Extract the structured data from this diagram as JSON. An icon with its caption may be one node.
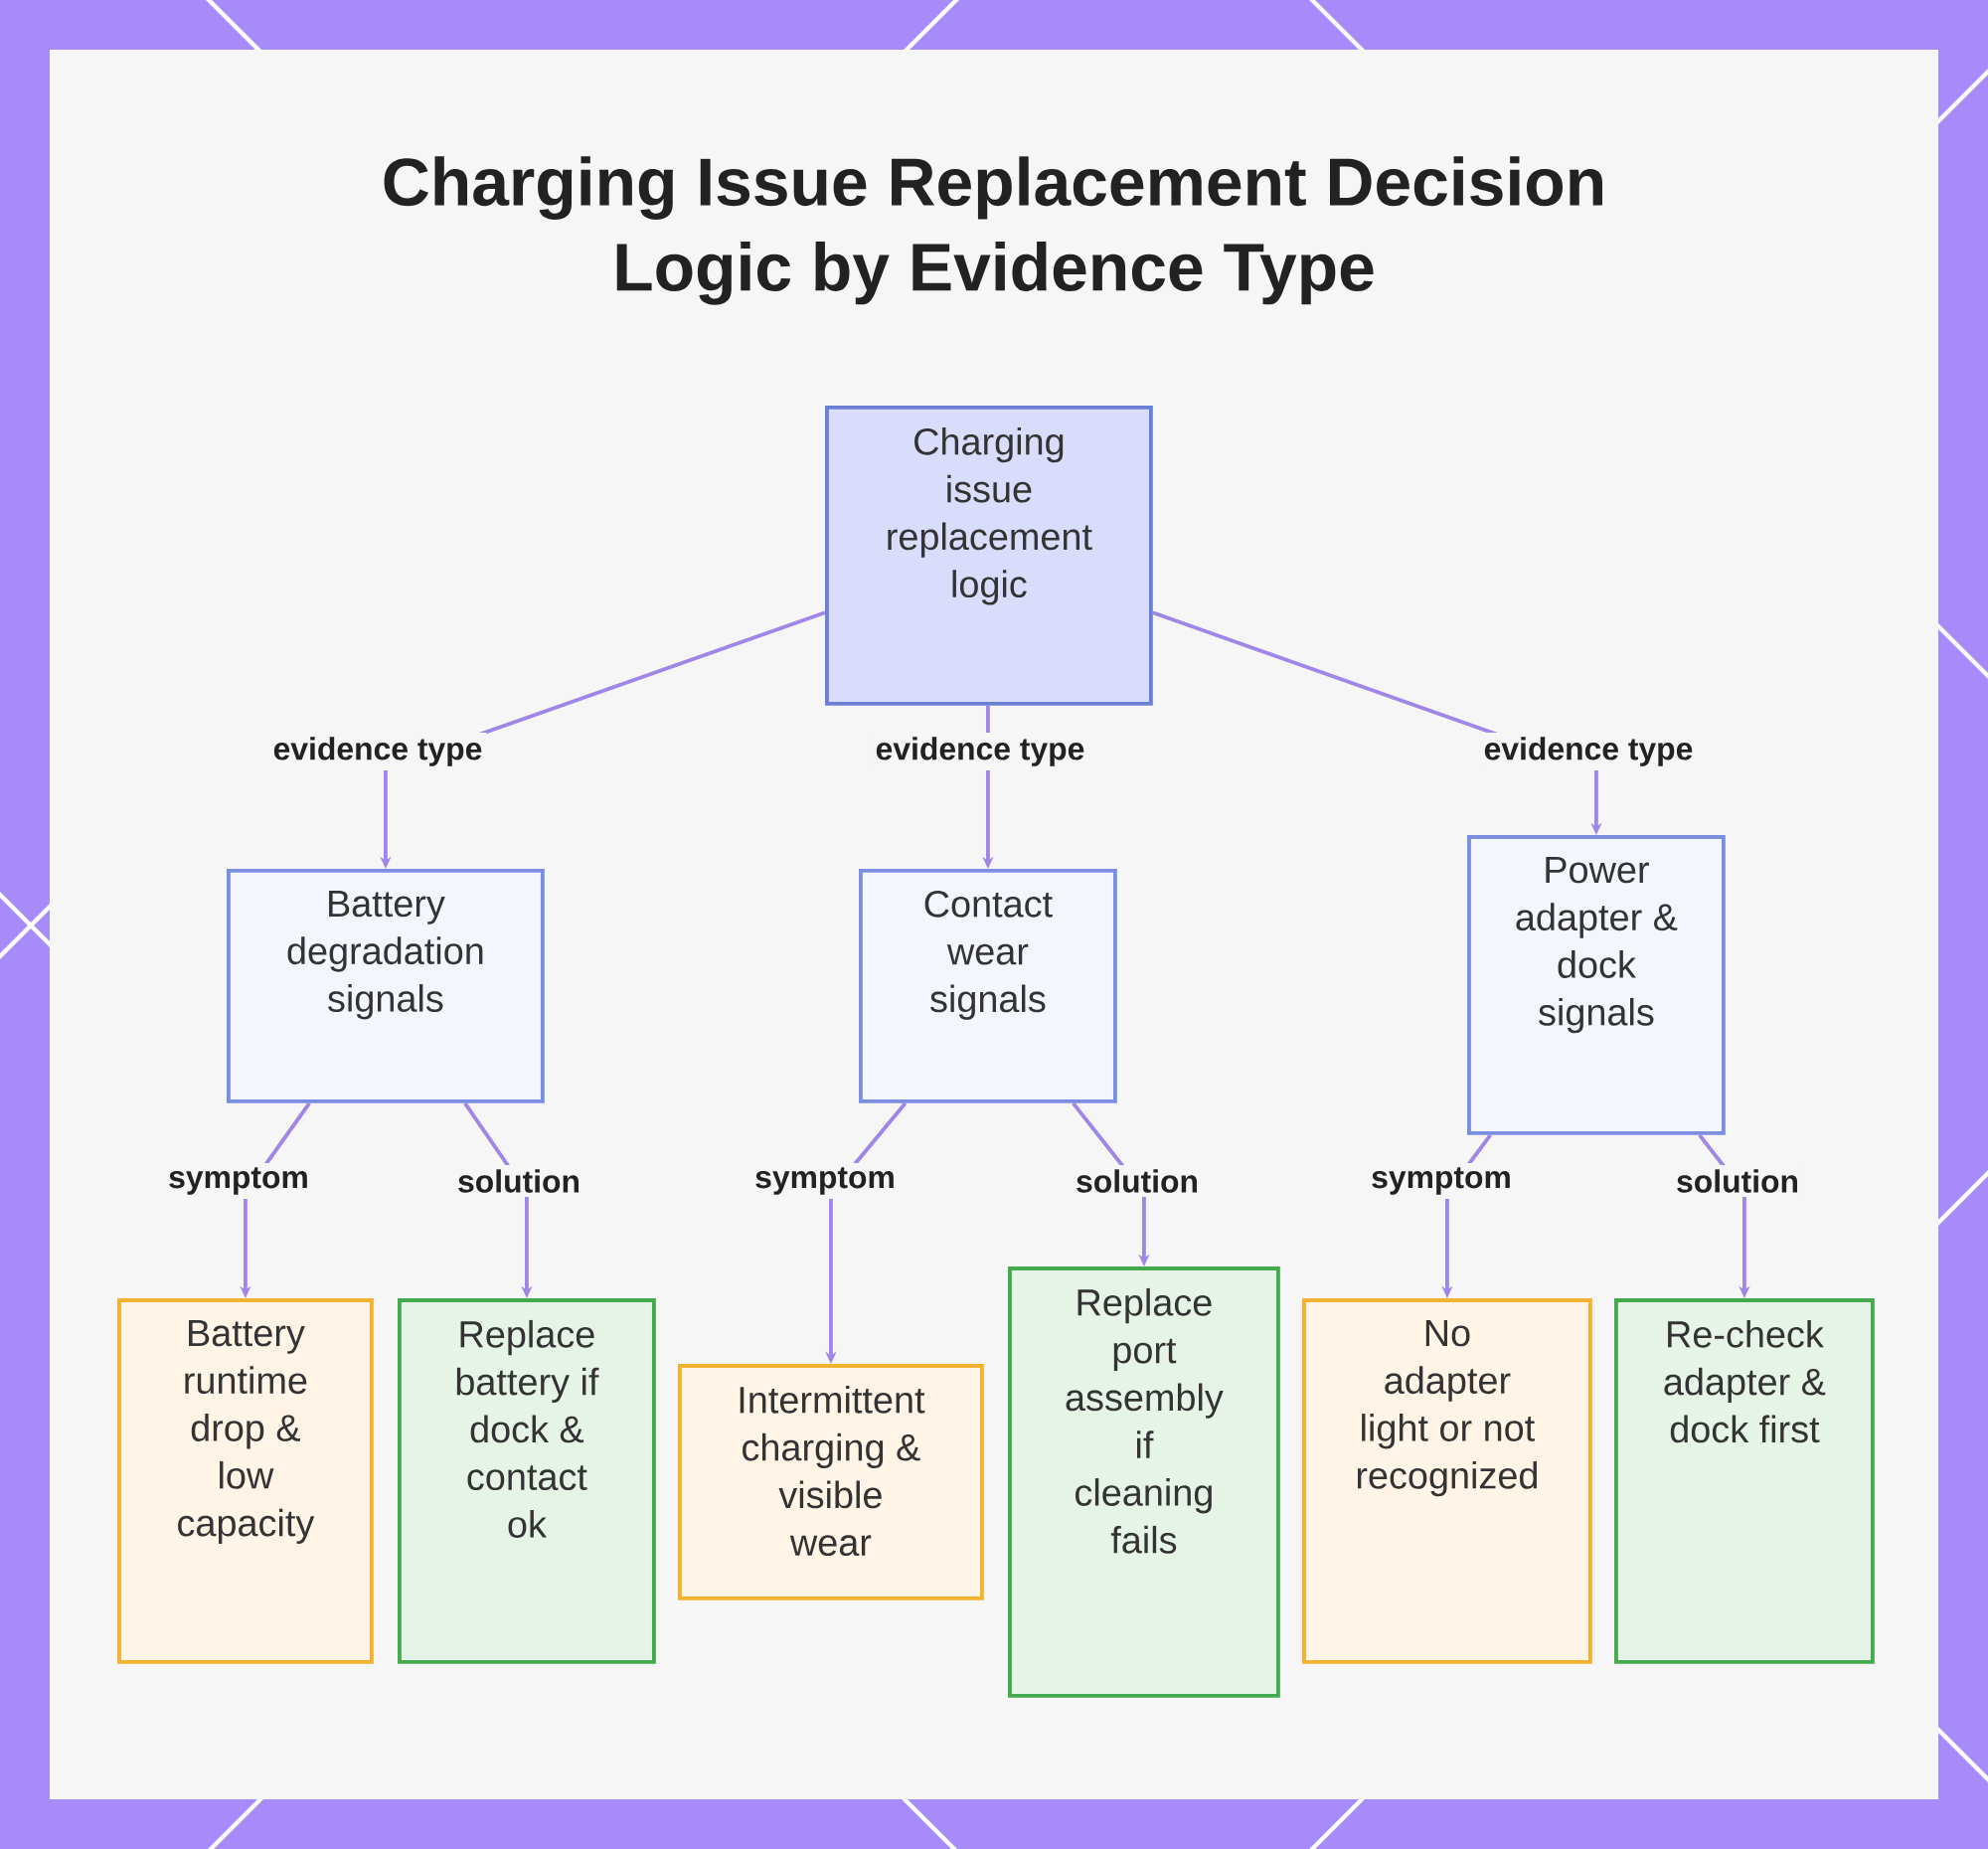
{
  "diagram": {
    "title": "Charging Issue Replacement Decision Logic by Evidence Type",
    "nodes": [
      {
        "text": [
          "Charging issue replacement logic"
        ]
      },
      {
        "text": [
          "Battery degradation signals"
        ]
      },
      {
        "text": [
          "Contact wear signals"
        ]
      },
      {
        "text": [
          "Power adapter & dock signals"
        ]
      },
      {
        "text": [
          "Battery runtime drop & low capacity"
        ]
      },
      {
        "text": [
          "Replace battery if dock & contact ok"
        ]
      },
      {
        "text": [
          "Intermittent charging & visible wear"
        ]
      },
      {
        "text": [
          "Replace port assembly if cleaning fails"
        ]
      },
      {
        "text": [
          "No adapter light or not recognized"
        ]
      },
      {
        "text": [
          "Re-check adapter & dock first"
        ]
      }
    ],
    "edges": [
      {
        "from": 0,
        "to": 1,
        "arrow": "to",
        "label": "evidence type"
      },
      {
        "from": 0,
        "to": 2,
        "arrow": "to",
        "label": "evidence type"
      },
      {
        "from": 0,
        "to": 3,
        "arrow": "to",
        "label": "evidence type"
      },
      {
        "from": 1,
        "to": 4,
        "arrow": "to",
        "label": "symptom"
      },
      {
        "from": 1,
        "to": 5,
        "arrow": "to",
        "label": "solution"
      },
      {
        "from": 2,
        "to": 6,
        "arrow": "to",
        "label": "symptom"
      },
      {
        "from": 2,
        "to": 7,
        "arrow": "to",
        "label": "solution"
      },
      {
        "from": 3,
        "to": 8,
        "arrow": "to",
        "label": "symptom"
      },
      {
        "from": 3,
        "to": 9,
        "arrow": "to",
        "label": "solution"
      }
    ]
  }
}
